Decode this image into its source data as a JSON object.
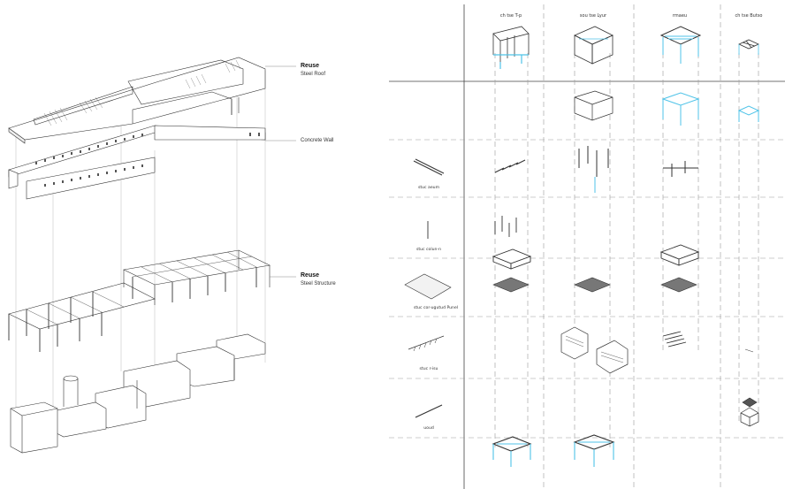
{
  "left_labels": [
    {
      "title": "Reuse",
      "sub": "Steel Roof"
    },
    {
      "title": "",
      "sub": "Concrete Wall"
    },
    {
      "title": "Reuse",
      "sub": "Steel Structure"
    }
  ],
  "columns": [
    "ch tse T-p",
    "sou tse Lyur",
    "rmaeu",
    "ch tse Butso"
  ],
  "rows": [
    "stuc aeum",
    "stuc colun-n",
    "stuc cor-ugutud Punel",
    "stuc r-isu",
    "uoud"
  ],
  "colors": {
    "accent": "#4fc3e8",
    "line": "#333333",
    "dash": "#9a9a9a"
  }
}
